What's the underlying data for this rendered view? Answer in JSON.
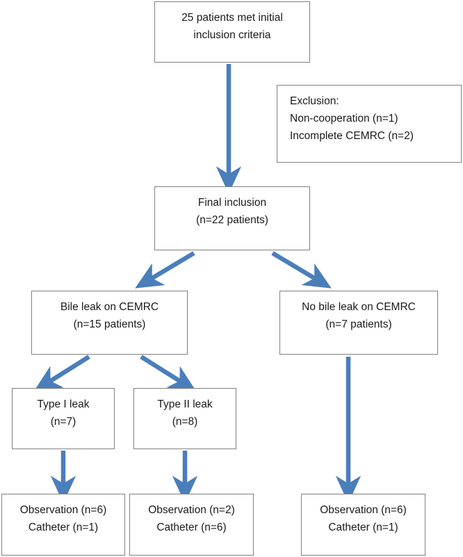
{
  "figure": {
    "type": "flowchart",
    "orientation": "top-down",
    "accent_color": "#4a7ebb",
    "box_border_color": "#808080",
    "text_color": "#1a1a1a",
    "background": "#ffffff"
  },
  "nodes": {
    "initial_inclusion": {
      "line1": "25 patients met initial",
      "line2": "inclusion criteria"
    },
    "exclusion": {
      "line1": "Exclusion:",
      "line2": "Non-cooperation (n=1)",
      "line3": "Incomplete CEMRC (n=2)"
    },
    "final_inclusion": {
      "line1": "Final inclusion",
      "line2": "(n=22 patients)"
    },
    "bile_leak": {
      "line1": "Bile leak on CEMRC",
      "line2": "(n=15 patients)"
    },
    "no_bile_leak": {
      "line1": "No bile leak on CEMRC",
      "line2": "(n=7 patients)"
    },
    "type_i_leak": {
      "line1": "Type I leak",
      "line2": "(n=7)"
    },
    "type_ii_leak": {
      "line1": "Type II leak",
      "line2": "(n=8)"
    },
    "outcome_type_i": {
      "line1": "Observation (n=6)",
      "line2": "Catheter (n=1)"
    },
    "outcome_type_ii": {
      "line1": "Observation (n=2)",
      "line2": "Catheter (n=6)"
    },
    "outcome_no_leak": {
      "line1": "Observation (n=6)",
      "line2": "Catheter (n=1)"
    }
  },
  "edges": [
    {
      "name": "initial-to-final",
      "from": "initial_inclusion",
      "to": "final_inclusion",
      "style": "vertical"
    },
    {
      "name": "final-to-bile-leak",
      "from": "final_inclusion",
      "to": "bile_leak",
      "style": "diagonal-left"
    },
    {
      "name": "final-to-no-bile-leak",
      "from": "final_inclusion",
      "to": "no_bile_leak",
      "style": "diagonal-right"
    },
    {
      "name": "bile-leak-to-type-i",
      "from": "bile_leak",
      "to": "type_i_leak",
      "style": "diagonal-left"
    },
    {
      "name": "bile-leak-to-type-ii",
      "from": "bile_leak",
      "to": "type_ii_leak",
      "style": "diagonal-right"
    },
    {
      "name": "type-i-to-outcome",
      "from": "type_i_leak",
      "to": "outcome_type_i",
      "style": "vertical"
    },
    {
      "name": "type-ii-to-outcome",
      "from": "type_ii_leak",
      "to": "outcome_type_ii",
      "style": "vertical"
    },
    {
      "name": "no-bile-leak-to-outcome",
      "from": "no_bile_leak",
      "to": "outcome_no_leak",
      "style": "vertical"
    }
  ]
}
